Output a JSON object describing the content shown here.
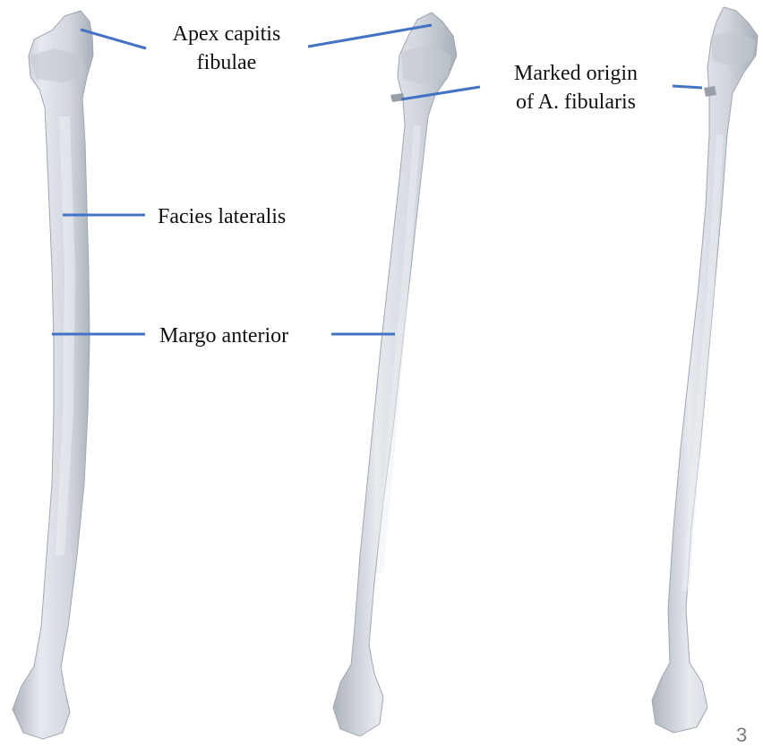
{
  "labels": {
    "apex_line1": "Apex capitis",
    "apex_line2": "fibulae",
    "marked_line1": "Marked origin",
    "marked_line2": "of A. fibularis",
    "facies": "Facies lateralis",
    "margo": "Margo anterior"
  },
  "page_number": "3",
  "colors": {
    "leader_line": "#4472c4",
    "bone_fill": "#d4d9e0",
    "bone_shadow": "#b2b8c2",
    "bone_highlight": "#eceff3",
    "text": "#111111"
  }
}
